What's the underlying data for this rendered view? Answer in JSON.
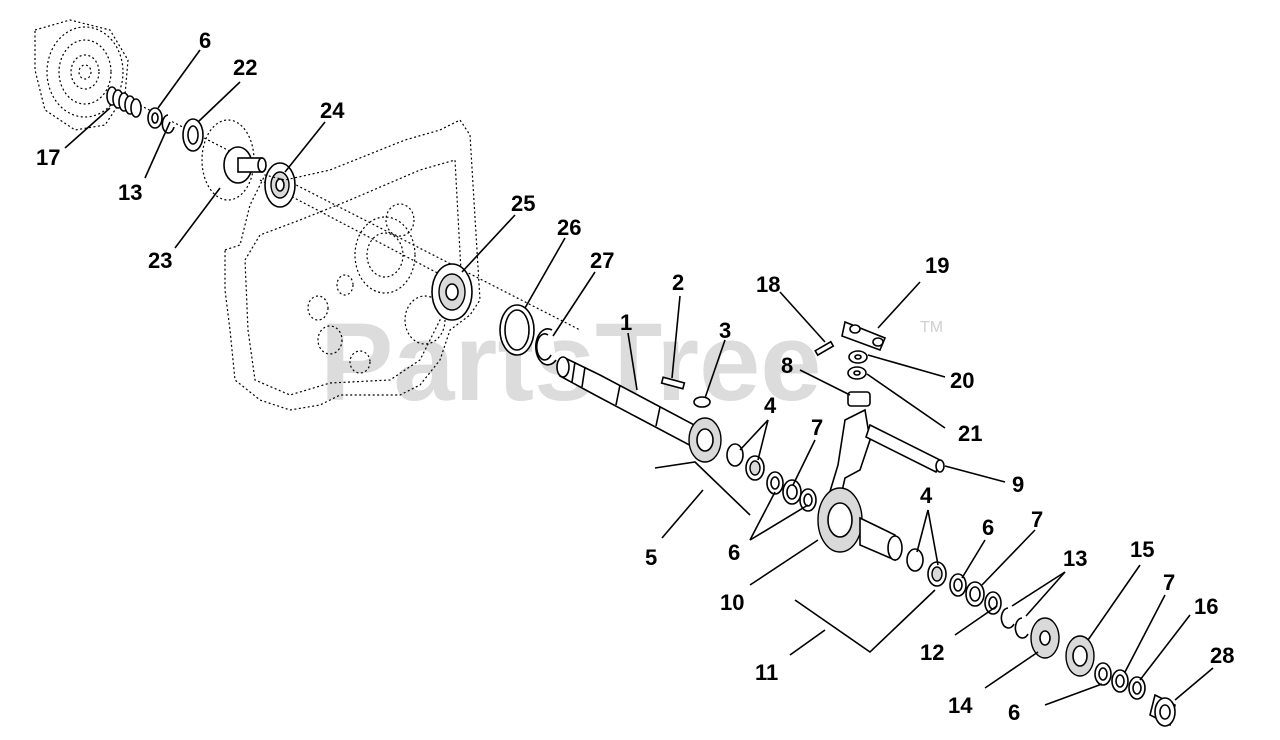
{
  "watermark": {
    "brand": "PartsTree",
    "trademark": "TM"
  },
  "callouts": [
    {
      "id": "c6a",
      "label": "6"
    },
    {
      "id": "c22",
      "label": "22"
    },
    {
      "id": "c24",
      "label": "24"
    },
    {
      "id": "c17",
      "label": "17"
    },
    {
      "id": "c13a",
      "label": "13"
    },
    {
      "id": "c23",
      "label": "23"
    },
    {
      "id": "c25",
      "label": "25"
    },
    {
      "id": "c26",
      "label": "26"
    },
    {
      "id": "c27",
      "label": "27"
    },
    {
      "id": "c2",
      "label": "2"
    },
    {
      "id": "c1",
      "label": "1"
    },
    {
      "id": "c3",
      "label": "3"
    },
    {
      "id": "c18",
      "label": "18"
    },
    {
      "id": "c19",
      "label": "19"
    },
    {
      "id": "c8",
      "label": "8"
    },
    {
      "id": "c20",
      "label": "20"
    },
    {
      "id": "c21",
      "label": "21"
    },
    {
      "id": "c4a",
      "label": "4"
    },
    {
      "id": "c7a",
      "label": "7"
    },
    {
      "id": "c9",
      "label": "9"
    },
    {
      "id": "c4b",
      "label": "4"
    },
    {
      "id": "c5",
      "label": "5"
    },
    {
      "id": "c6b",
      "label": "6"
    },
    {
      "id": "c6c",
      "label": "6"
    },
    {
      "id": "c7b",
      "label": "7"
    },
    {
      "id": "c10",
      "label": "10"
    },
    {
      "id": "c13b",
      "label": "13"
    },
    {
      "id": "c15",
      "label": "15"
    },
    {
      "id": "c7c",
      "label": "7"
    },
    {
      "id": "c16",
      "label": "16"
    },
    {
      "id": "c28",
      "label": "28"
    },
    {
      "id": "c11",
      "label": "11"
    },
    {
      "id": "c12",
      "label": "12"
    },
    {
      "id": "c14",
      "label": "14"
    },
    {
      "id": "c6d",
      "label": "6"
    }
  ]
}
